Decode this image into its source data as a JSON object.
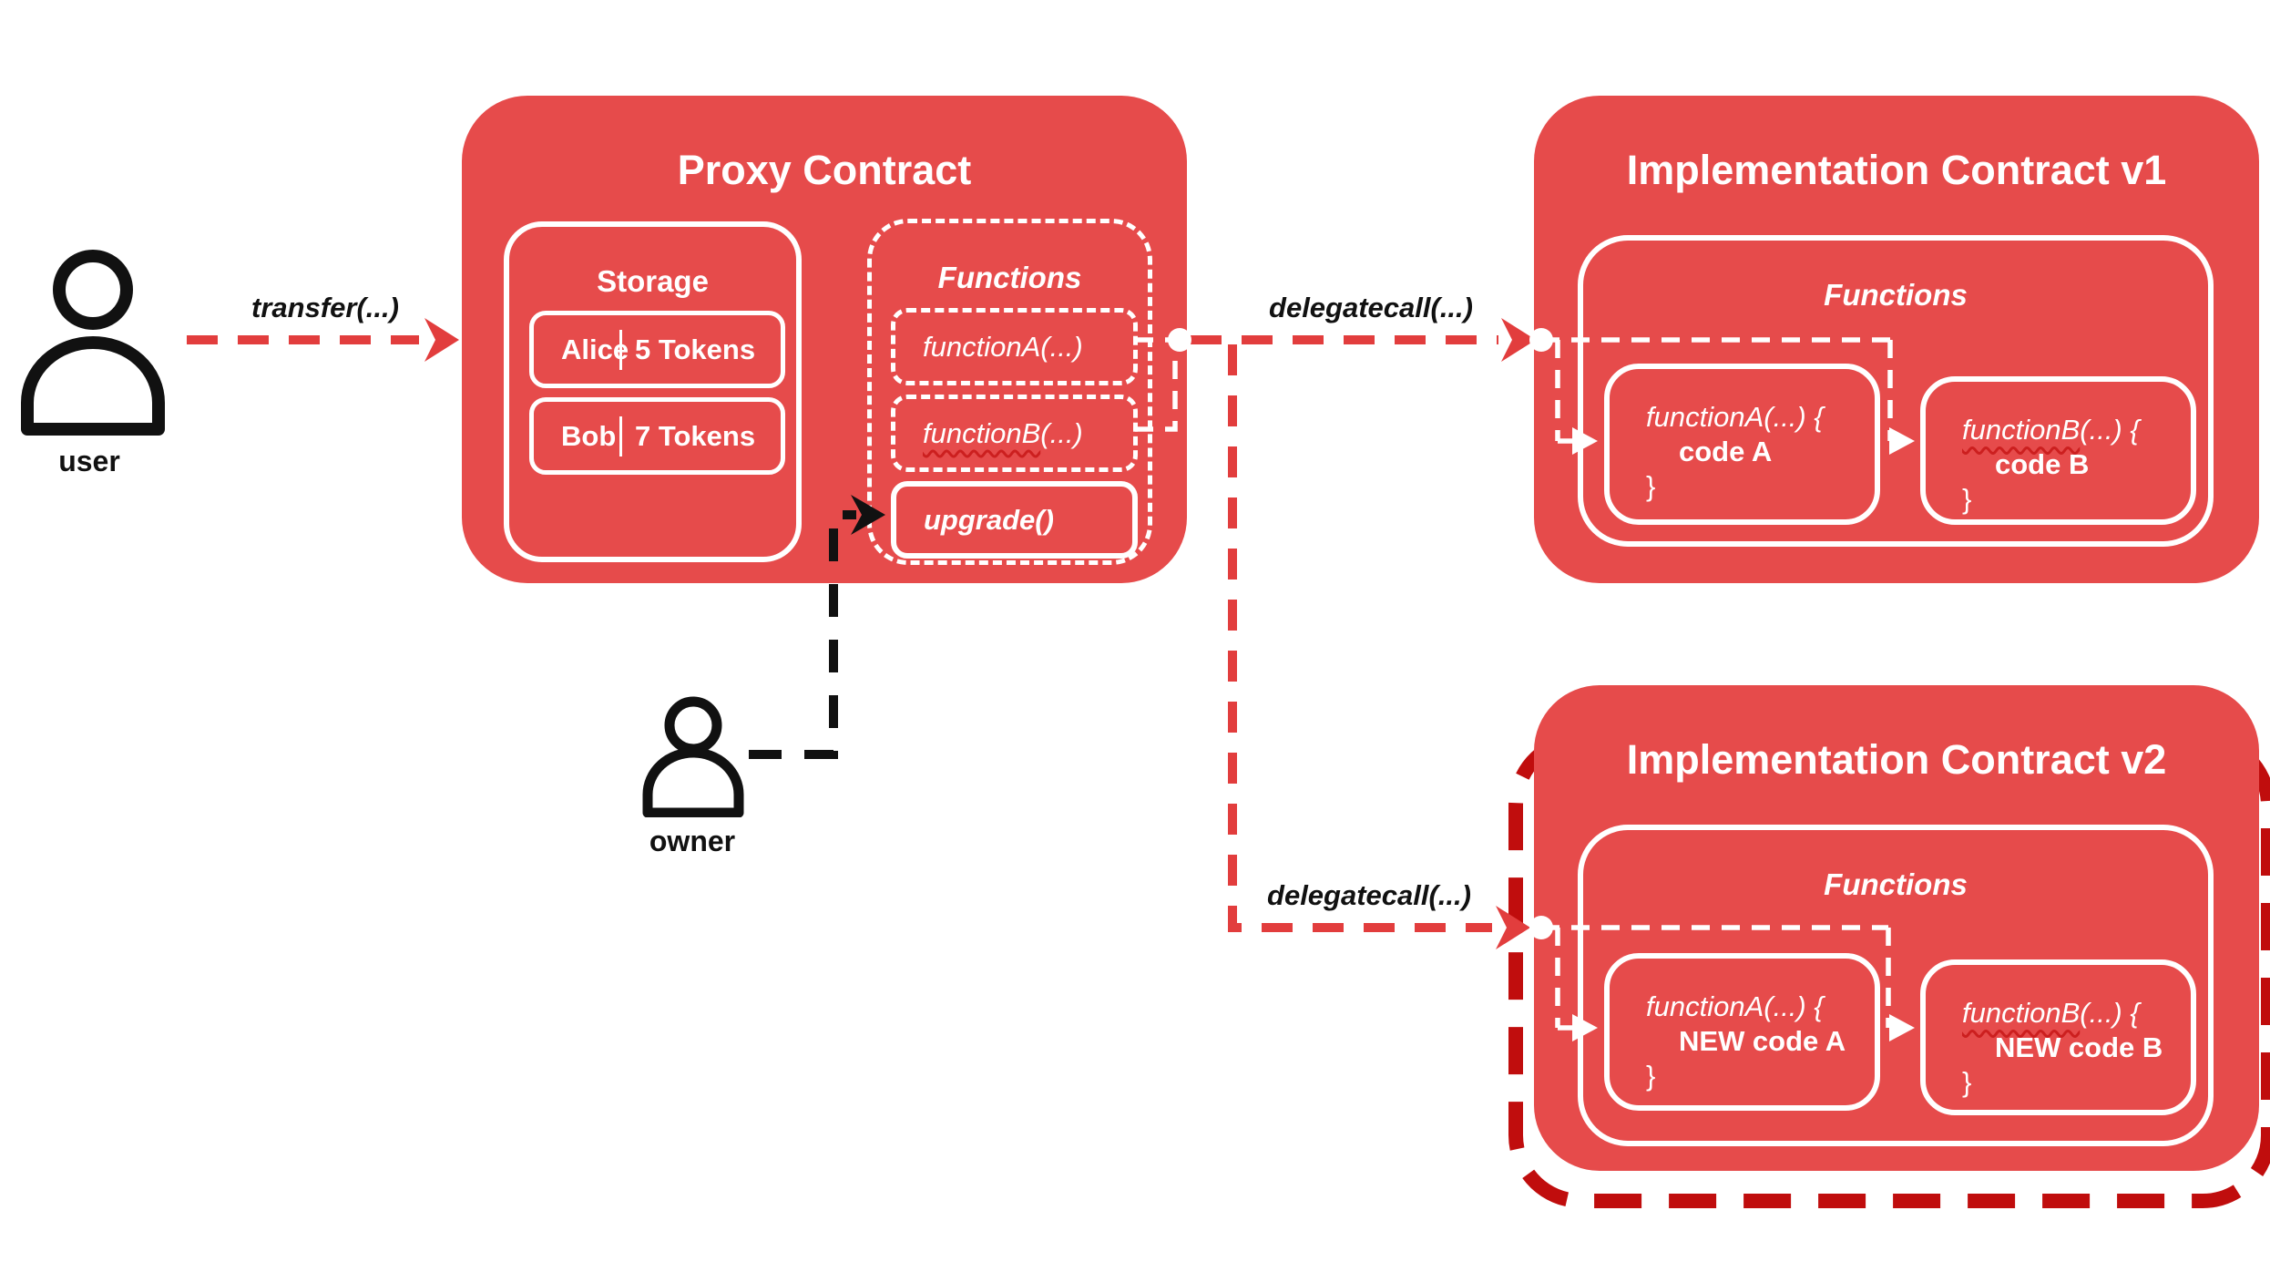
{
  "colors": {
    "box_red": "#E64B4B",
    "arrow_red": "#E23D3D",
    "dark_red": "#C00D0D",
    "ink": "#111111",
    "white": "#FFFFFF",
    "squiggle_red": "#CC1F1F"
  },
  "actors": {
    "user_label": "user",
    "owner_label": "owner"
  },
  "edges": {
    "transfer_label": "transfer(...)",
    "delegatecall_v1_label": "delegatecall(...)",
    "delegatecall_v2_label": "delegatecall(...)"
  },
  "proxy": {
    "title": "Proxy Contract",
    "storage": {
      "title": "Storage",
      "rows": [
        {
          "name": "Alice",
          "value": "5 Tokens"
        },
        {
          "name": "Bob",
          "value": "7 Tokens"
        }
      ]
    },
    "functions": {
      "title": "Functions",
      "function_a": "functionA(...)",
      "function_b_name": "functionB",
      "function_b_rest": "(...)",
      "upgrade": "upgrade()"
    }
  },
  "impl_v1": {
    "title": "Implementation Contract v1",
    "functions_title": "Functions",
    "function_a": {
      "signature": "functionA(...) {",
      "body": "code A",
      "close": "}"
    },
    "function_b": {
      "name": "functionB",
      "rest": "(...) {",
      "body": "code B",
      "close": "}"
    }
  },
  "impl_v2": {
    "title": "Implementation Contract v2",
    "functions_title": "Functions",
    "function_a": {
      "signature": "functionA(...) {",
      "body": "NEW code A",
      "close": "}"
    },
    "function_b": {
      "name": "functionB",
      "rest": "(...) {",
      "body": "NEW code B",
      "close": "}"
    }
  }
}
